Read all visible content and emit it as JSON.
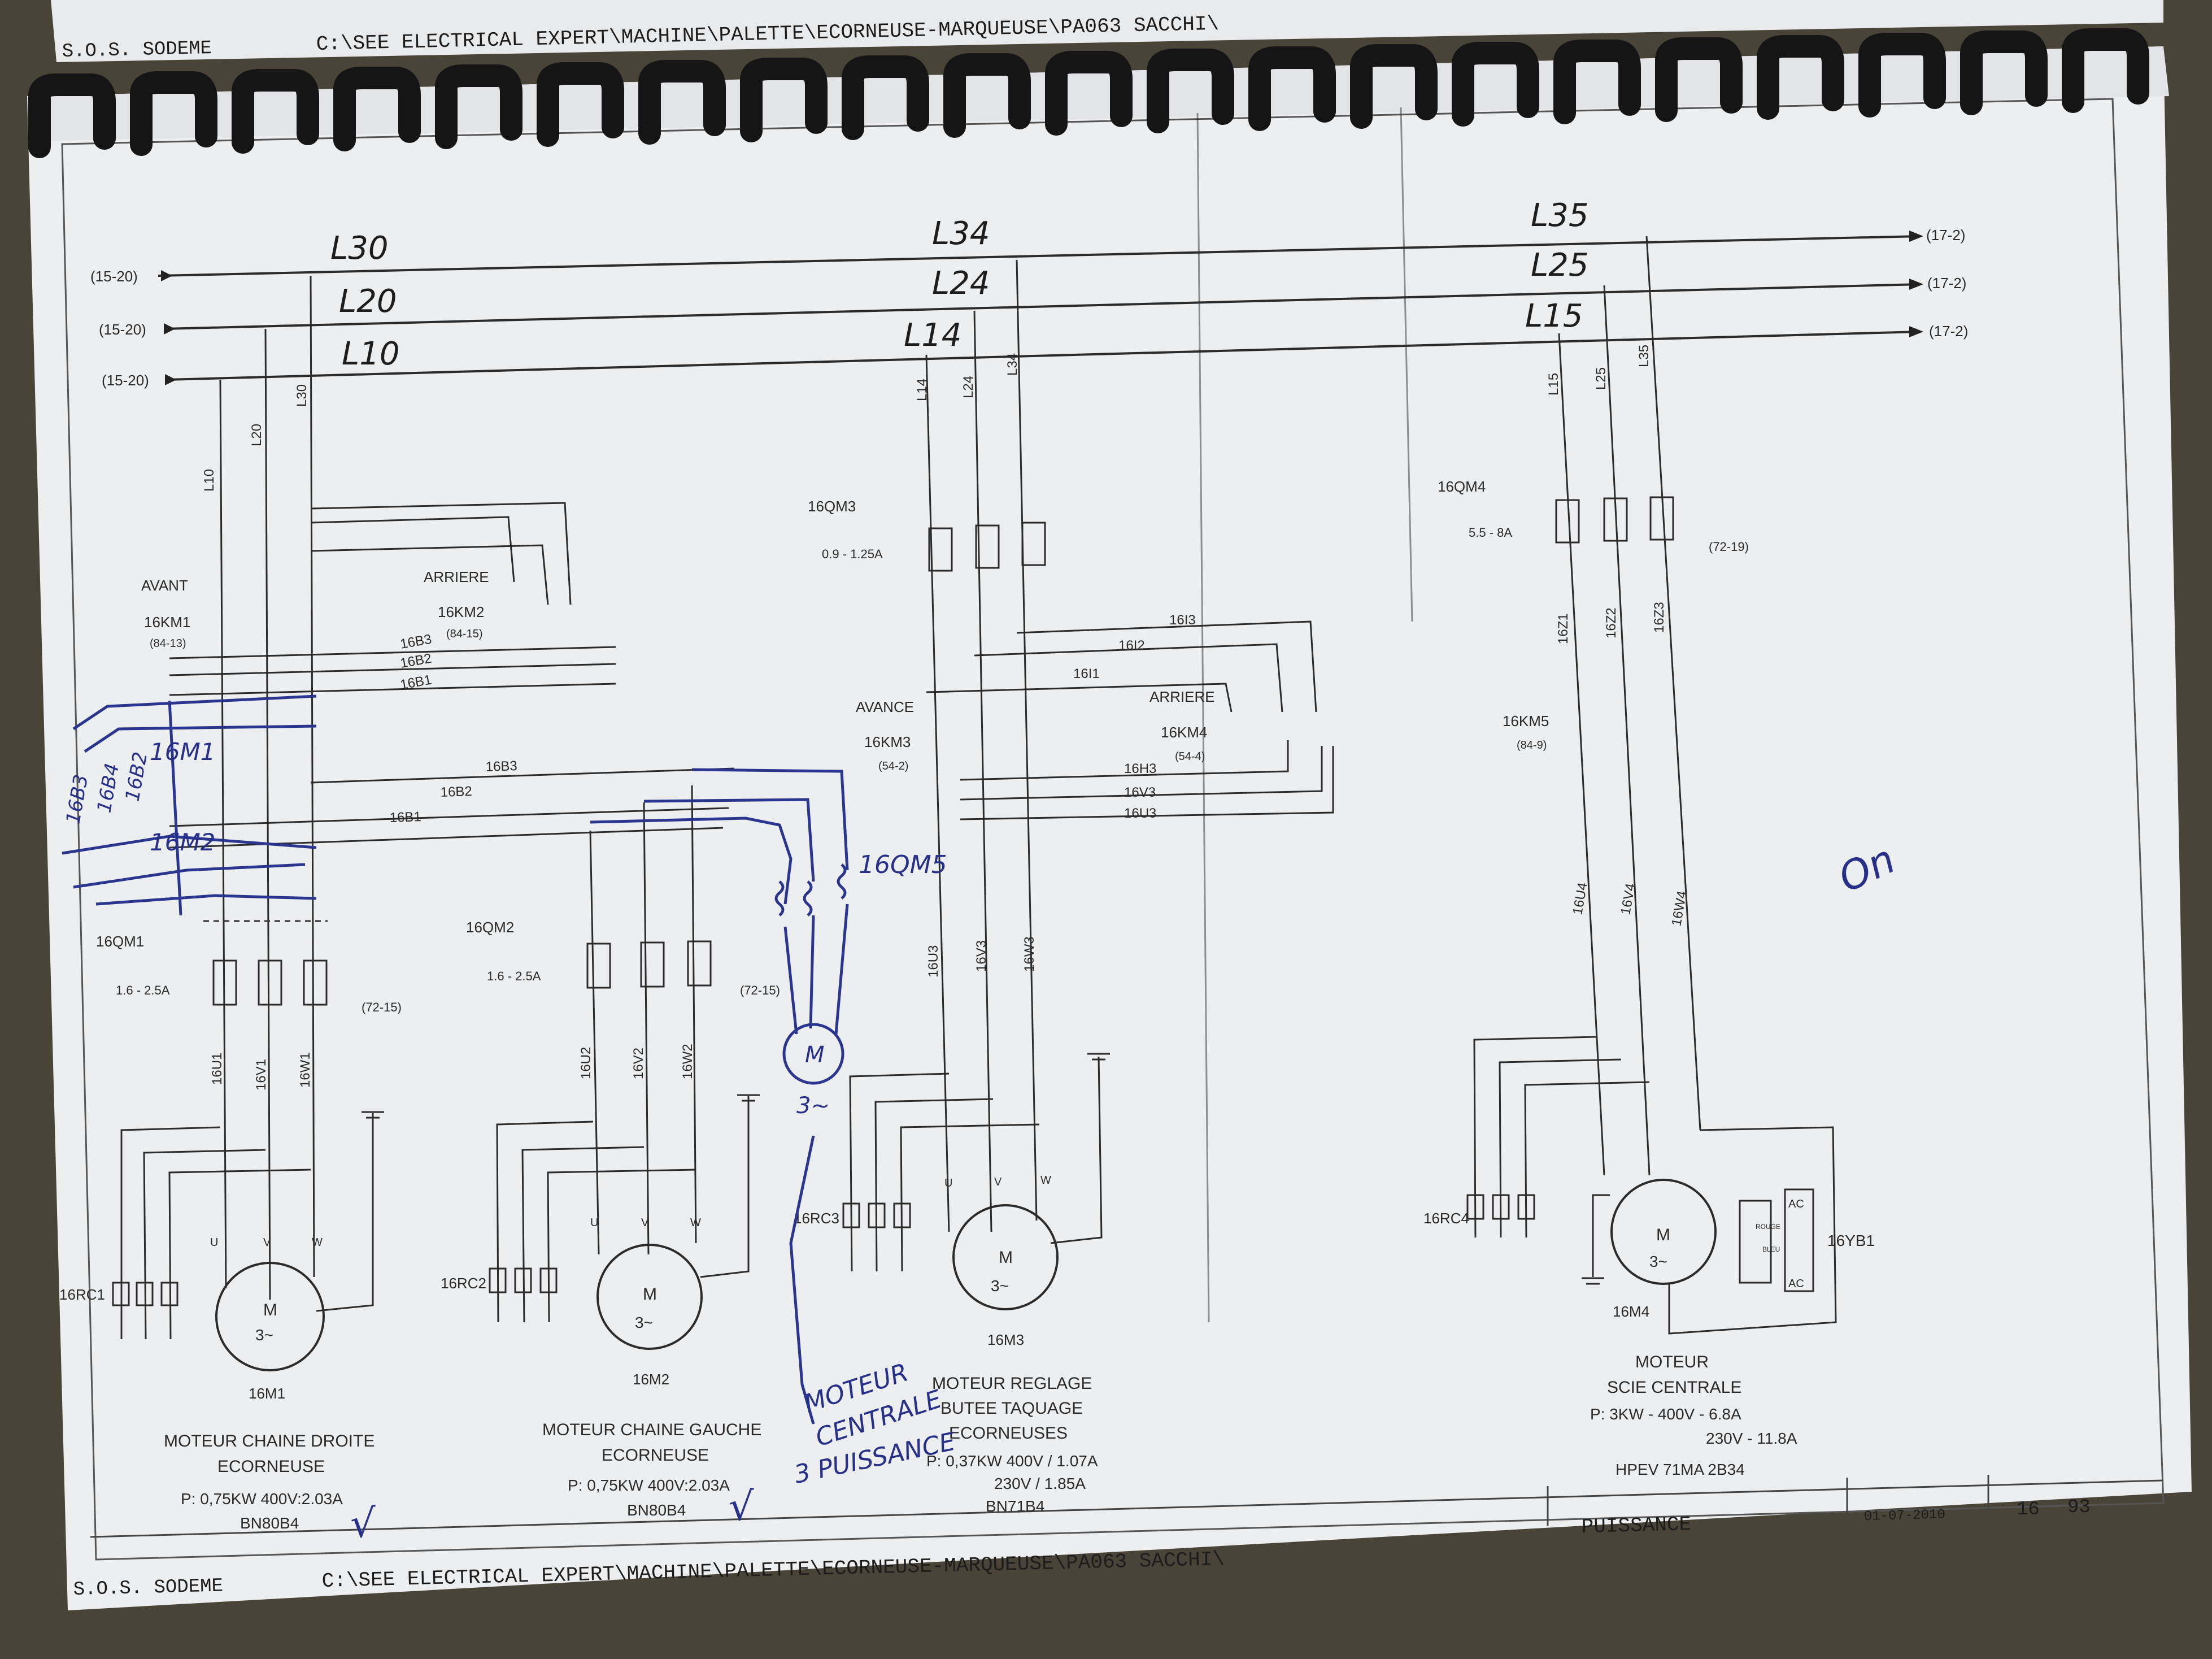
{
  "header": {
    "company": "S.O.S.  SODEME",
    "path": "C:\\SEE ELECTRICAL EXPERT\\MACHINE\\PALETTE\\ECORNEUSE-MARQUEUSE\\PA063 SACCHI\\"
  },
  "footer": {
    "company": "S.O.S.  SODEME",
    "path": "C:\\SEE ELECTRICAL EXPERT\\MACHINE\\PALETTE\\ECORNEUSE-MARQUEUSE\\PA063 SACCHI\\",
    "section": "PUISSANCE",
    "date": "01-07-2010",
    "page": "16",
    "pages": "93"
  },
  "bus": {
    "in_refs": [
      "(15-20)",
      "(15-20)",
      "(15-20)"
    ],
    "out_refs": [
      "(17-2)",
      "(17-2)",
      "(17-2)"
    ],
    "hand_left": [
      "L30",
      "L20",
      "L10"
    ],
    "hand_mid": [
      "L34",
      "L24",
      "L14"
    ],
    "hand_right": [
      "L35",
      "L25",
      "L15"
    ]
  },
  "motor1": {
    "breaker": "16QM1",
    "breaker_range": "1.6 - 2.5A",
    "ref": "(72-15)",
    "cap": "16RC1",
    "motor": "16M1",
    "contactor_fwd": "16KM1",
    "contactor_fwd_ref": "(84-13)",
    "fwd_label": "AVANT",
    "contactor_rev": "16KM2",
    "contactor_rev_ref": "(84-15)",
    "rev_label": "ARRIERE",
    "wires_in": [
      "L10",
      "L20",
      "L30"
    ],
    "wires_bus": [
      "16B3",
      "16B2",
      "16B1"
    ],
    "wires_out": [
      "16U1",
      "16V1",
      "16W1"
    ],
    "desc": [
      "MOTEUR CHAINE  DROITE",
      "ECORNEUSE",
      "P: 0,75KW 400V:2.03A",
      "BN80B4"
    ]
  },
  "motor2": {
    "breaker": "16QM2",
    "breaker_range": "1.6 - 2.5A",
    "ref": "(72-15)",
    "cap": "16RC2",
    "motor": "16M2",
    "wires_bus": [
      "16B3",
      "16B2",
      "16B1"
    ],
    "wires_out": [
      "16U2",
      "16V2",
      "16W2"
    ],
    "desc": [
      "MOTEUR CHAINE GAUCHE",
      "ECORNEUSE",
      "P: 0,75KW 400V:2.03A",
      "BN80B4"
    ]
  },
  "motor3": {
    "breaker": "16QM3",
    "breaker_range": "0.9 - 1.25A",
    "cap": "16RC3",
    "motor": "16M3",
    "contactor_fwd": "16KM3",
    "contactor_fwd_ref": "(54-2)",
    "fwd_label": "AVANCE",
    "contactor_rev": "16KM4",
    "contactor_rev_ref": "(54-4)",
    "rev_label": "ARRIERE",
    "wires_in": [
      "L14",
      "L24",
      "L34"
    ],
    "wires_bus": [
      "16I3",
      "16I2",
      "16I1"
    ],
    "wires_rev": [
      "16H3",
      "16V3",
      "16U3"
    ],
    "wires_out": [
      "16U3",
      "16V3",
      "16W3"
    ],
    "desc": [
      "MOTEUR REGLAGE",
      "BUTEE TAQUAGE",
      "ECORNEUSES",
      "P: 0,37KW 400V / 1.07A",
      "230V / 1.85A",
      "BN71B4"
    ]
  },
  "motor4": {
    "breaker": "16QM4",
    "breaker_range": "5.5 - 8A",
    "ref": "(72-19)",
    "cap": "16RC4",
    "motor": "16M4",
    "brake": "16YB1",
    "brake_labels": [
      "AC",
      "AC",
      "ROUGE",
      "BLEU"
    ],
    "contactor": "16KM5",
    "contactor_ref": "(84-9)",
    "wires_in": [
      "L15",
      "L25",
      "L35"
    ],
    "wires_mid": [
      "16Z1",
      "16Z2",
      "16Z3"
    ],
    "wires_out": [
      "16U4",
      "16V4",
      "16W4"
    ],
    "desc": [
      "MOTEUR",
      "SCIE CENTRALE",
      "P: 3KW - 400V - 6.8A",
      "230V - 11.8A",
      "HPEV 71MA 2B34"
    ]
  },
  "motor_symbol": "M",
  "phase_symbol": "3~",
  "terminals": [
    "U",
    "V",
    "W"
  ],
  "pen_notes": {
    "breaker": "16QM5",
    "motor": "M",
    "phase": "3~",
    "note": [
      "MOTEUR",
      "CENTRALE",
      "3 PUISSANCE"
    ],
    "side": [
      "16M1",
      "16M2"
    ],
    "wires": [
      "16B3",
      "16B4",
      "16B2"
    ],
    "misc": "On"
  }
}
